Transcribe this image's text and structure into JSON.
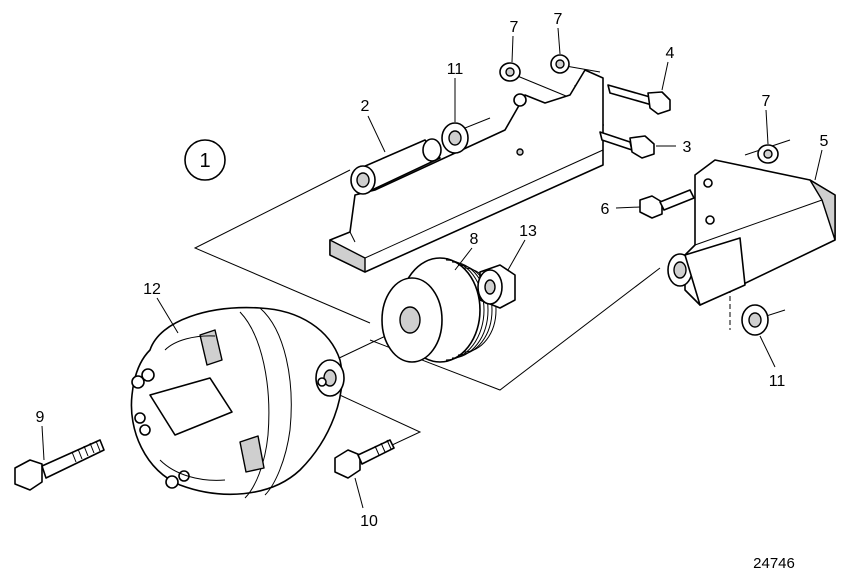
{
  "diagram": {
    "figure_number": "1",
    "reference_number": "24746",
    "callouts": [
      {
        "id": "c2",
        "label": "2"
      },
      {
        "id": "c3",
        "label": "3"
      },
      {
        "id": "c4",
        "label": "4"
      },
      {
        "id": "c5",
        "label": "5"
      },
      {
        "id": "c6",
        "label": "6"
      },
      {
        "id": "c7a",
        "label": "7"
      },
      {
        "id": "c7b",
        "label": "7"
      },
      {
        "id": "c7c",
        "label": "7"
      },
      {
        "id": "c8",
        "label": "8"
      },
      {
        "id": "c9",
        "label": "9"
      },
      {
        "id": "c10",
        "label": "10"
      },
      {
        "id": "c11a",
        "label": "11"
      },
      {
        "id": "c11b",
        "label": "11"
      },
      {
        "id": "c12",
        "label": "12"
      },
      {
        "id": "c13",
        "label": "13"
      }
    ]
  }
}
